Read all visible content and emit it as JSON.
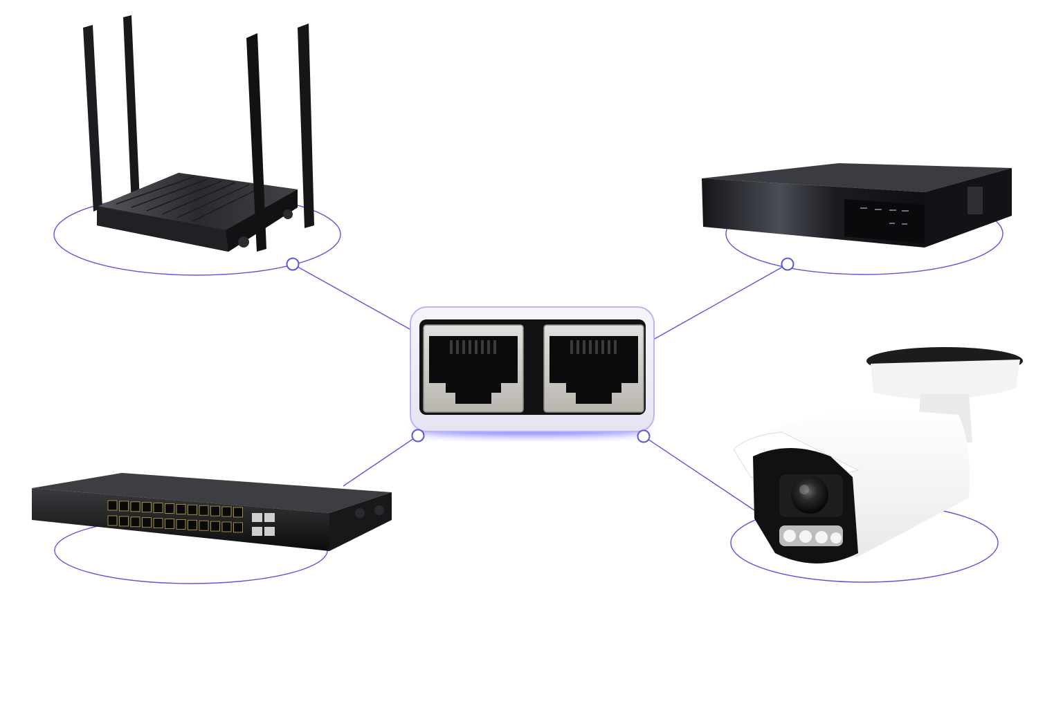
{
  "diagram": {
    "accent_color": "#5a55e0",
    "glow_color": "#4a3cff",
    "hub": {
      "device": "dual-rj45-coupler",
      "ports": 2
    },
    "devices": [
      {
        "id": "router",
        "device": "wifi-router",
        "antennas": 4
      },
      {
        "id": "nvr",
        "device": "network-video-recorder"
      },
      {
        "id": "switch",
        "device": "ethernet-switch",
        "rj45_ports": 24,
        "uplink_ports": 4
      },
      {
        "id": "camera",
        "device": "bullet-ip-camera"
      }
    ]
  }
}
